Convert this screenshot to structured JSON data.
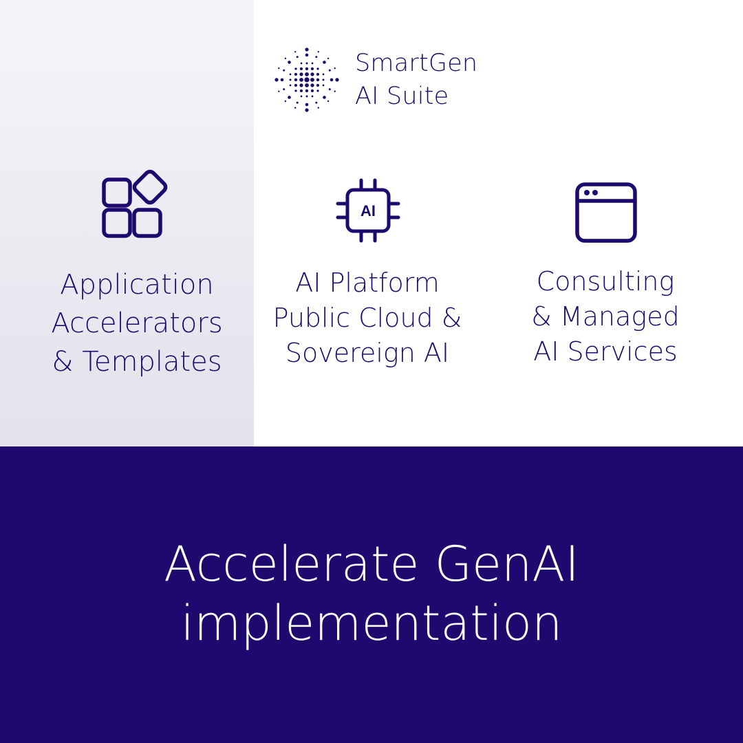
{
  "brand": {
    "name_line1": "SmartGen",
    "name_line2": "AI Suite",
    "logo_icon": "dot-burst-logo-icon"
  },
  "features": [
    {
      "icon": "app-blocks-icon",
      "lines": [
        "Application",
        "Accelerators",
        "& Templates"
      ],
      "highlighted": true
    },
    {
      "icon": "ai-chip-icon",
      "chip_text": "AI",
      "lines": [
        "AI Platform",
        "Public Cloud &",
        "Sovereign AI"
      ]
    },
    {
      "icon": "browser-window-icon",
      "lines": [
        "Consulting",
        "& Managed",
        "AI Services"
      ]
    }
  ],
  "banner": {
    "line1": "Accelerate GenAI",
    "line2": "implementation"
  },
  "colors": {
    "brand_navy": "#1e0a6e",
    "panel_grey": "#e6e6ee",
    "background": "#ffffff",
    "banner_text": "#ffffff"
  }
}
